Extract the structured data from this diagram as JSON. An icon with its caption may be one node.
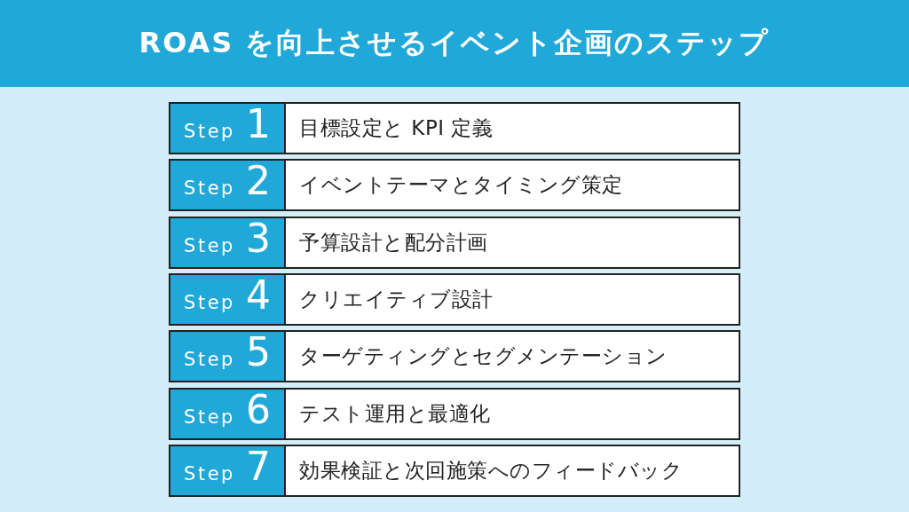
{
  "diagram": {
    "title": "ROAS を向上させるイベント企画のステップ",
    "nodes": [
      {
        "text": [
          "Step",
          "1",
          "目標設定と KPI 定義"
        ]
      },
      {
        "text": [
          "Step",
          "2",
          "イベントテーマとタイミング策定"
        ]
      },
      {
        "text": [
          "Step",
          "3",
          "予算設計と配分計画"
        ]
      },
      {
        "text": [
          "Step",
          "4",
          "クリエイティブ設計"
        ]
      },
      {
        "text": [
          "Step",
          "5",
          "ターゲティングとセグメンテーション"
        ]
      },
      {
        "text": [
          "Step",
          "6",
          "テスト運用と最適化"
        ]
      },
      {
        "text": [
          "Step",
          "7",
          "効果検証と次回施策へのフィードバック"
        ]
      }
    ]
  }
}
